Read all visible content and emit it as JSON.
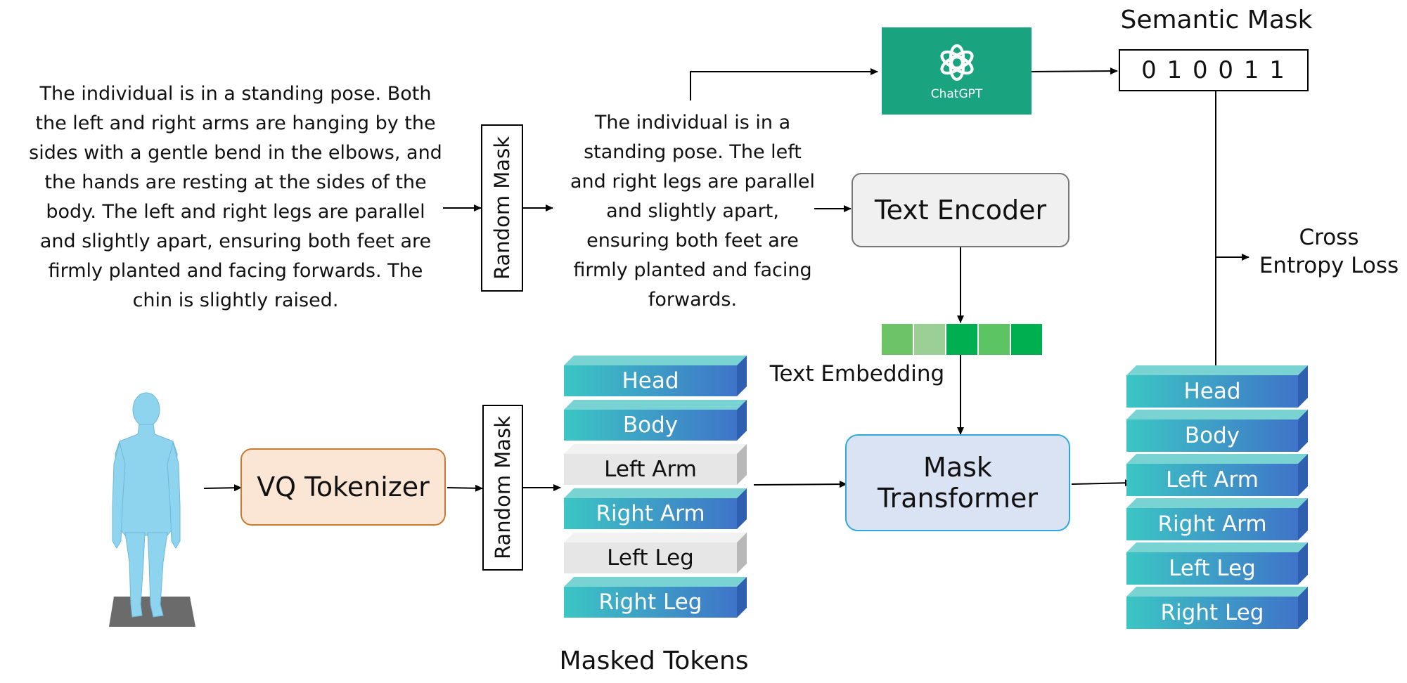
{
  "colors": {
    "token_top": "#7ad3d3",
    "token_side": "#2f5fb0",
    "token_front_start": "#3cc6c4",
    "token_front_end": "#3f74c8",
    "masked_front": "#e6e6e6",
    "masked_top": "#f2f2f2",
    "masked_side": "#b8b8b8",
    "chatgpt_bg": "#19a37e",
    "vq_fill": "#fbe5d5",
    "vq_border": "#c97b30",
    "mask_fill": "#dae3f3",
    "mask_border": "#2ea9dc",
    "encoder_fill": "#f0f0f0",
    "encoder_border": "#777777",
    "body_color": "#8fd4ee",
    "embedding_cells": [
      "#6cc467",
      "#9ccf96",
      "#00b050",
      "#5cc463",
      "#00b050"
    ]
  },
  "text_full": "The individual is in a standing pose. Both\nthe left and right arms are hanging by the\nsides with a gentle bend in the elbows, and\nthe hands are resting at the sides of the\nbody. The left and right legs are parallel\nand slightly apart, ensuring both feet are\nfirmly planted and facing forwards. The\nchin is slightly raised.",
  "text_masked": "The individual is in a\nstanding pose. The left\nand right legs are parallel\nand slightly apart,\nensuring both feet are\nfirmly planted and facing\nforwards.",
  "random_mask_top": "Random Mask",
  "random_mask_bottom": "Random Mask",
  "chatgpt": {
    "label": "ChatGPT",
    "icon": "openai-logo-icon"
  },
  "semantic_mask": {
    "title": "Semantic Mask",
    "value": "0 1 0 0 1 1"
  },
  "text_encoder": "Text Encoder",
  "text_embedding": "Text Embedding",
  "cross_entropy": "Cross\nEntropy Loss",
  "vq_tokenizer": "VQ Tokenizer",
  "mask_transformer": "Mask\nTransformer",
  "masked_tokens_caption": "Masked Tokens",
  "masked_tokens": [
    {
      "label": "Head",
      "masked": false
    },
    {
      "label": "Body",
      "masked": false
    },
    {
      "label": "Left Arm",
      "masked": true
    },
    {
      "label": "Right Arm",
      "masked": false
    },
    {
      "label": "Left Leg",
      "masked": true
    },
    {
      "label": "Right Leg",
      "masked": false
    }
  ],
  "output_tokens": [
    {
      "label": "Head"
    },
    {
      "label": "Body"
    },
    {
      "label": "Left Arm"
    },
    {
      "label": "Right Arm"
    },
    {
      "label": "Left Leg"
    },
    {
      "label": "Right Leg"
    }
  ]
}
